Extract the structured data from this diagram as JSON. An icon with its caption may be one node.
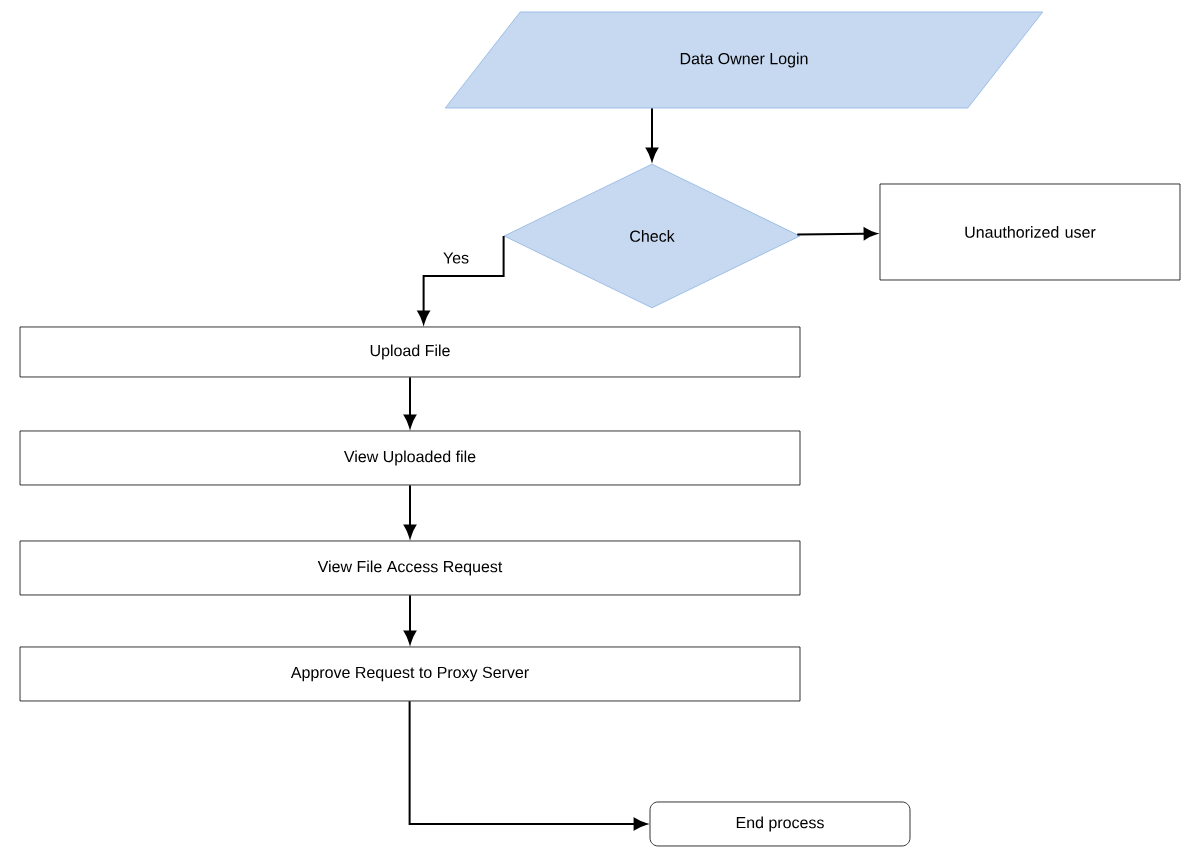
{
  "diagram": {
    "nodes": [
      {
        "text": [
          "Data Owner Login"
        ]
      },
      {
        "text": [
          "Check"
        ]
      },
      {
        "text": [
          "Unauthorized user"
        ]
      },
      {
        "text": [
          "Upload File"
        ]
      },
      {
        "text": [
          "View Uploaded file"
        ]
      },
      {
        "text": [
          "View File Access Request"
        ]
      },
      {
        "text": [
          "Approve Request to Proxy Server"
        ]
      },
      {
        "text": [
          "End process"
        ]
      }
    ],
    "edges": [
      {
        "from": 0,
        "to": 1,
        "arrow": "to"
      },
      {
        "from": 1,
        "to": 2,
        "arrow": "to"
      },
      {
        "from": 1,
        "to": 3,
        "arrow": "to",
        "label": "Yes"
      },
      {
        "from": 3,
        "to": 4,
        "arrow": "to"
      },
      {
        "from": 4,
        "to": 5,
        "arrow": "to"
      },
      {
        "from": 5,
        "to": 6,
        "arrow": "to"
      },
      {
        "from": 6,
        "to": 7,
        "arrow": "to"
      }
    ]
  }
}
